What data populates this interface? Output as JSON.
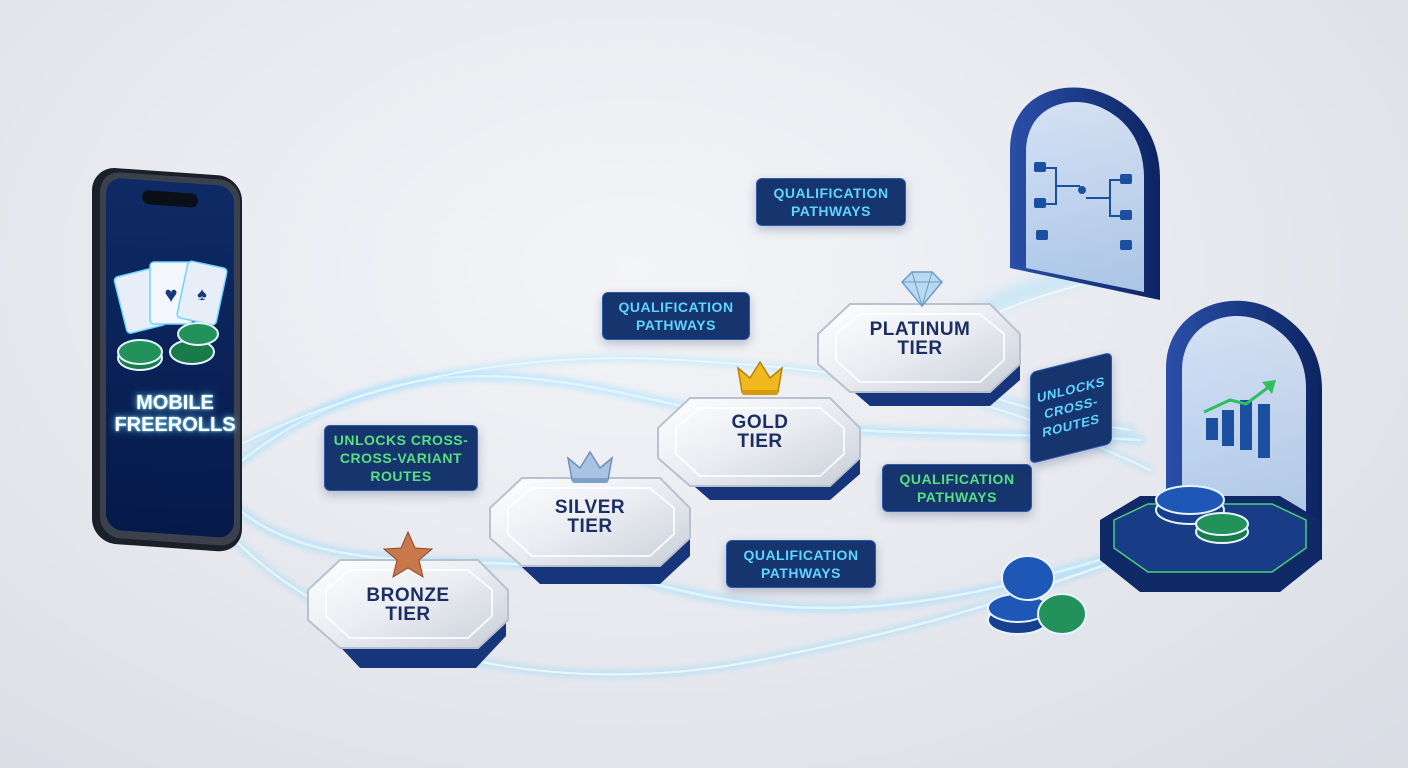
{
  "phone": {
    "line1": "MOBILE",
    "line2": "FREEROLLS"
  },
  "tiers": [
    {
      "line1": "BRONZE",
      "line2": "TIER",
      "icon": "star-icon",
      "color": "#c8784a"
    },
    {
      "line1": "SILVER",
      "line2": "TIER",
      "icon": "crown-icon",
      "color": "#a9c3e2"
    },
    {
      "line1": "GOLD",
      "line2": "TIER",
      "icon": "crown-icon",
      "color": "#f2b91e"
    },
    {
      "line1": "PLATINUM",
      "line2": "TIER",
      "icon": "diamond-icon",
      "color": "#b9d9f2"
    }
  ],
  "tags": {
    "unlocks_left": [
      "UNLOCKS CROSS-",
      "CROSS-VARIANT",
      "ROUTES"
    ],
    "unlocks_right": [
      "UNLOCKS",
      "CROSS-",
      "ROUTES"
    ],
    "qual_top": [
      "QUALIFICATION",
      "PATHWAYS"
    ],
    "qual_mid": [
      "QUALIFICATION",
      "PATHWAYS"
    ],
    "qual_right": [
      "QUALIFICATION",
      "PATHWAYS"
    ],
    "qual_bottom": [
      "QUALIFICATION",
      "PATHWAYS"
    ]
  },
  "colors": {
    "navy": "#16356f",
    "glow": "#6fd3ff",
    "accent_green": "#56e07e"
  }
}
